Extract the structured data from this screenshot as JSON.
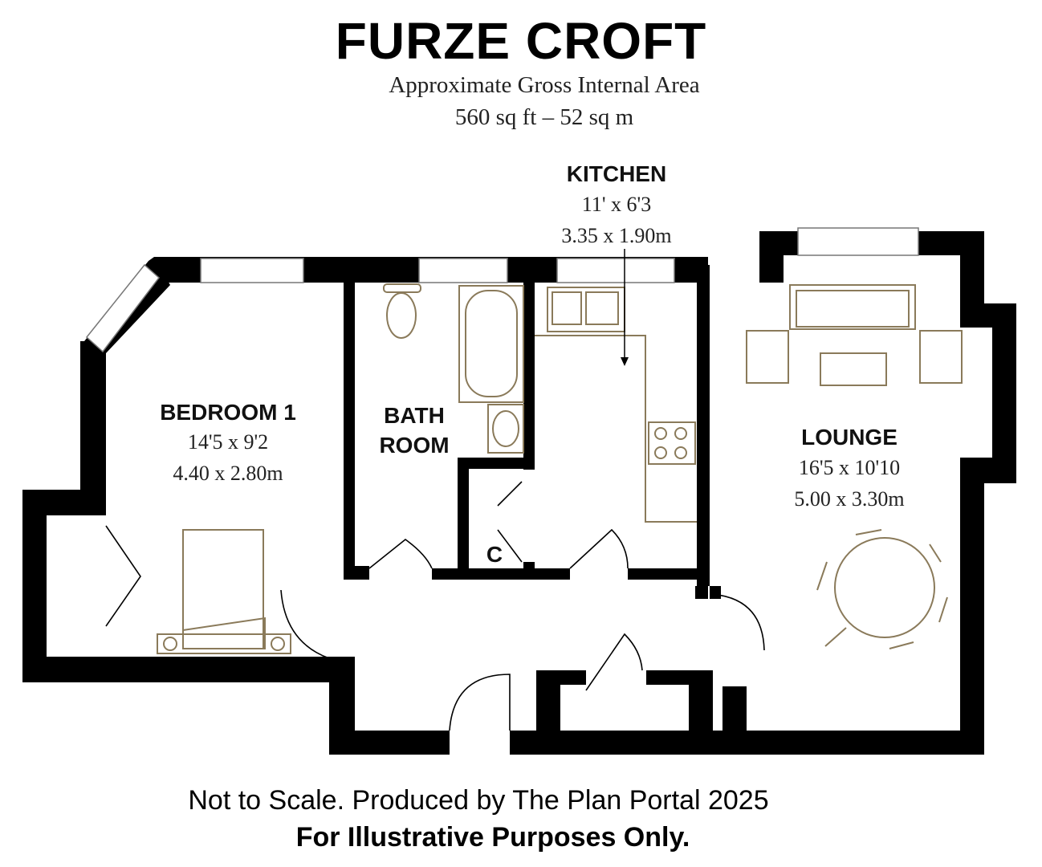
{
  "header": {
    "title": "FURZE CROFT",
    "area_label": "Approximate Gross Internal Area",
    "area_value": "560 sq ft – 52 sq m"
  },
  "rooms": {
    "kitchen": {
      "name": "KITCHEN",
      "imperial": "11' x 6'3",
      "metric": "3.35 x 1.90m"
    },
    "bedroom": {
      "name": "BEDROOM 1",
      "imperial": "14'5 x 9'2",
      "metric": "4.40 x 2.80m"
    },
    "bathroom": {
      "name_line1": "BATH",
      "name_line2": "ROOM"
    },
    "lounge": {
      "name": "LOUNGE",
      "imperial": "16'5 x 10'10",
      "metric": "5.00 x 3.30m"
    },
    "cupboard": {
      "name": "C"
    }
  },
  "footer": {
    "line1": "Not to Scale. Produced by The Plan Portal 2025",
    "line2": "For Illustrative Purposes Only."
  },
  "colors": {
    "walls": "#000000",
    "fixtures": "#8a7a5a",
    "background": "#ffffff"
  }
}
